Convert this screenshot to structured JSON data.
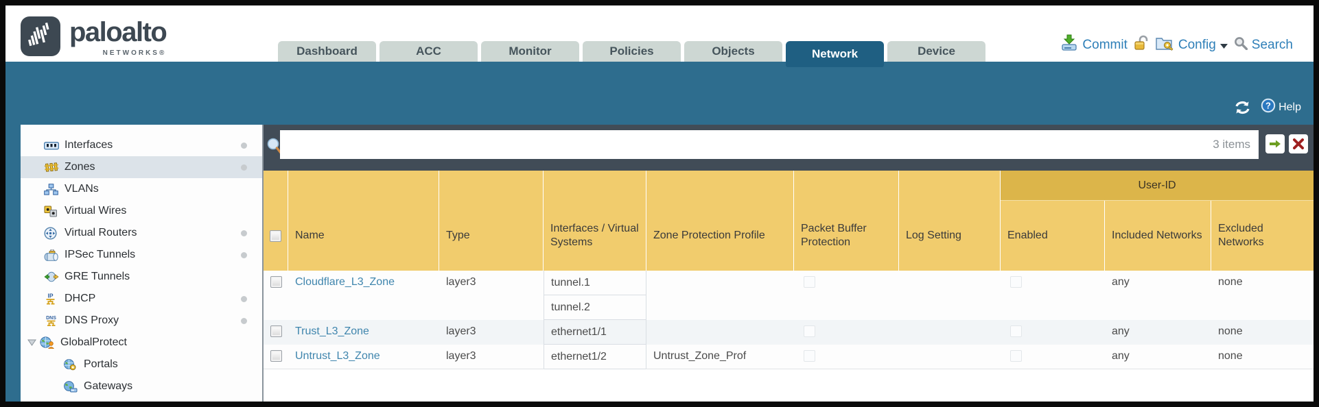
{
  "brand": {
    "name": "paloalto",
    "tagline": "NETWORKS®"
  },
  "nav": {
    "active": "Network",
    "tabs": [
      "Dashboard",
      "ACC",
      "Monitor",
      "Policies",
      "Objects",
      "Network",
      "Device"
    ]
  },
  "toolbar": {
    "commit": "Commit",
    "config": "Config",
    "search": "Search"
  },
  "band": {
    "help": "Help"
  },
  "sidebar": {
    "items": [
      {
        "label": "Interfaces",
        "icon": "interfaces",
        "dot": true
      },
      {
        "label": "Zones",
        "icon": "zones",
        "dot": true,
        "selected": true
      },
      {
        "label": "VLANs",
        "icon": "vlans"
      },
      {
        "label": "Virtual Wires",
        "icon": "virtual-wires"
      },
      {
        "label": "Virtual Routers",
        "icon": "virtual-routers",
        "dot": true
      },
      {
        "label": "IPSec Tunnels",
        "icon": "ipsec-tunnels",
        "dot": true
      },
      {
        "label": "GRE Tunnels",
        "icon": "gre-tunnels"
      },
      {
        "label": "DHCP",
        "icon": "dhcp",
        "dot": true
      },
      {
        "label": "DNS Proxy",
        "icon": "dns-proxy",
        "dot": true
      },
      {
        "label": "GlobalProtect",
        "icon": "globalprotect",
        "expanded": true
      },
      {
        "label": "Portals",
        "icon": "portals",
        "child": true
      },
      {
        "label": "Gateways",
        "icon": "gateways",
        "child": true
      }
    ]
  },
  "filter": {
    "value": "",
    "count": "3 items"
  },
  "table": {
    "group_header": "User-ID",
    "columns_main": [
      "Name",
      "Type",
      "Interfaces / Virtual Systems",
      "Zone Protection Profile",
      "Packet Buffer Protection",
      "Log Setting"
    ],
    "columns_user_id": [
      "Enabled",
      "Included Networks",
      "Excluded Networks"
    ],
    "rows": [
      {
        "name": "Cloudflare_L3_Zone",
        "type": "layer3",
        "interfaces": [
          "tunnel.1",
          "tunnel.2"
        ],
        "zone_protection_profile": "",
        "packet_buffer_protection": false,
        "log_setting": "",
        "user_id_enabled": false,
        "included_networks": "any",
        "excluded_networks": "none"
      },
      {
        "name": "Trust_L3_Zone",
        "type": "layer3",
        "interfaces": [
          "ethernet1/1"
        ],
        "zone_protection_profile": "",
        "packet_buffer_protection": false,
        "log_setting": "",
        "user_id_enabled": false,
        "included_networks": "any",
        "excluded_networks": "none"
      },
      {
        "name": "Untrust_L3_Zone",
        "type": "layer3",
        "interfaces": [
          "ethernet1/2"
        ],
        "zone_protection_profile": "Untrust_Zone_Prof",
        "packet_buffer_protection": false,
        "log_setting": "",
        "user_id_enabled": false,
        "included_networks": "any",
        "excluded_networks": "none"
      }
    ]
  },
  "colors": {
    "teal_band": "#2e6d8e",
    "tab_active": "#1f5f82",
    "header_gold": "#f1cc6d",
    "user_id_band": "#dcb54a",
    "link_blue": "#3f85ad",
    "toolbar_blue": "#2e7fb8",
    "strip_gray": "#414c57",
    "logo_slate": "#3d4852",
    "selected_item": "#dce3e9"
  }
}
